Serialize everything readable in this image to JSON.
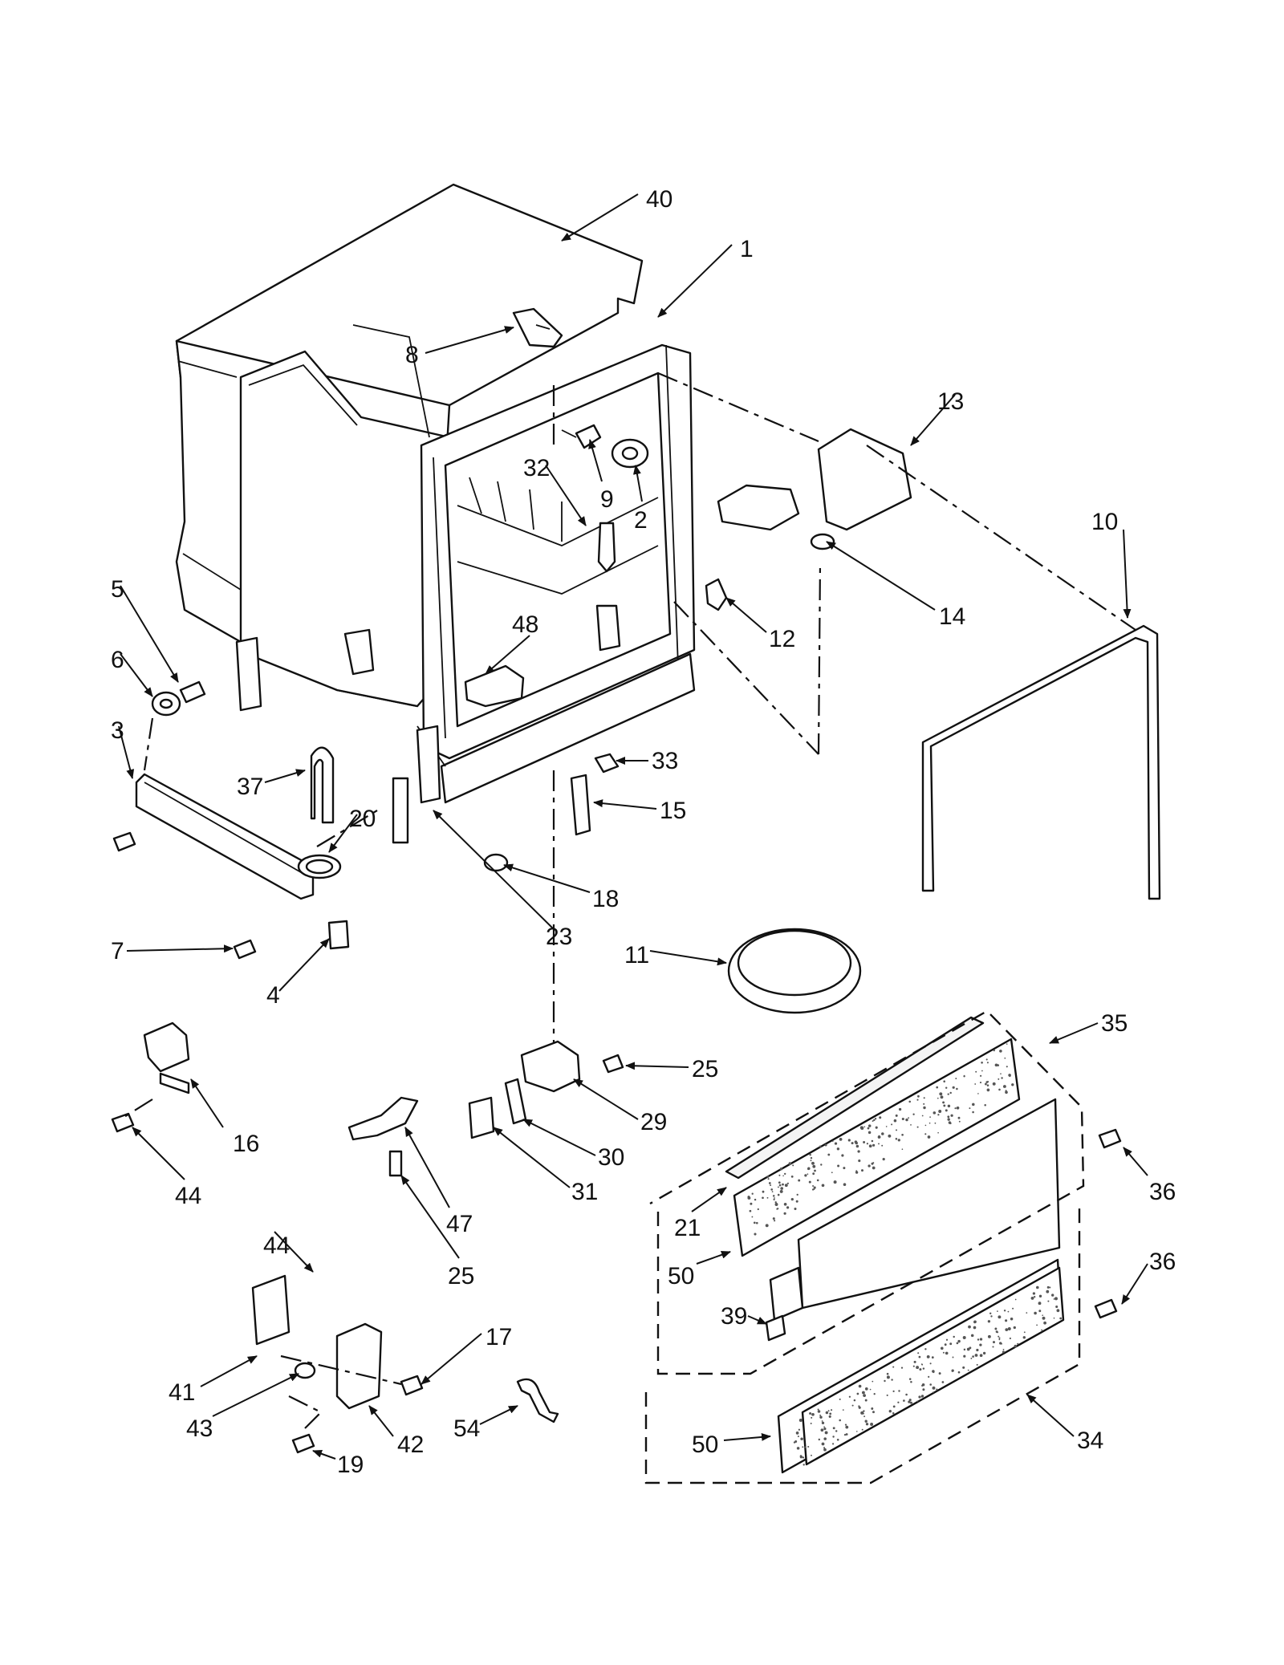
{
  "callouts": {
    "c40": "40",
    "c1": "1",
    "c8": "8",
    "c13": "13",
    "c9": "9",
    "c2": "2",
    "c32": "32",
    "c10": "10",
    "c14": "14",
    "c5": "5",
    "c6": "6",
    "c48": "48",
    "c12": "12",
    "c3": "3",
    "c33": "33",
    "c37": "37",
    "c20": "20",
    "c15": "15",
    "c18": "18",
    "c7": "7",
    "c23": "23",
    "c4": "4",
    "c11": "11",
    "c35": "35",
    "c16": "16",
    "c25a": "25",
    "c29": "29",
    "c44a": "44",
    "c30": "30",
    "c31": "31",
    "c47": "47",
    "c36a": "36",
    "c21": "21",
    "c25b": "25",
    "c50a": "50",
    "c44b": "44",
    "c36b": "36",
    "c39": "39",
    "c17": "17",
    "c41": "41",
    "c43": "43",
    "c42": "42",
    "c54": "54",
    "c19": "19",
    "c50b": "50",
    "c34": "34"
  },
  "arrow_color": "#111111",
  "background_color": "#ffffff"
}
